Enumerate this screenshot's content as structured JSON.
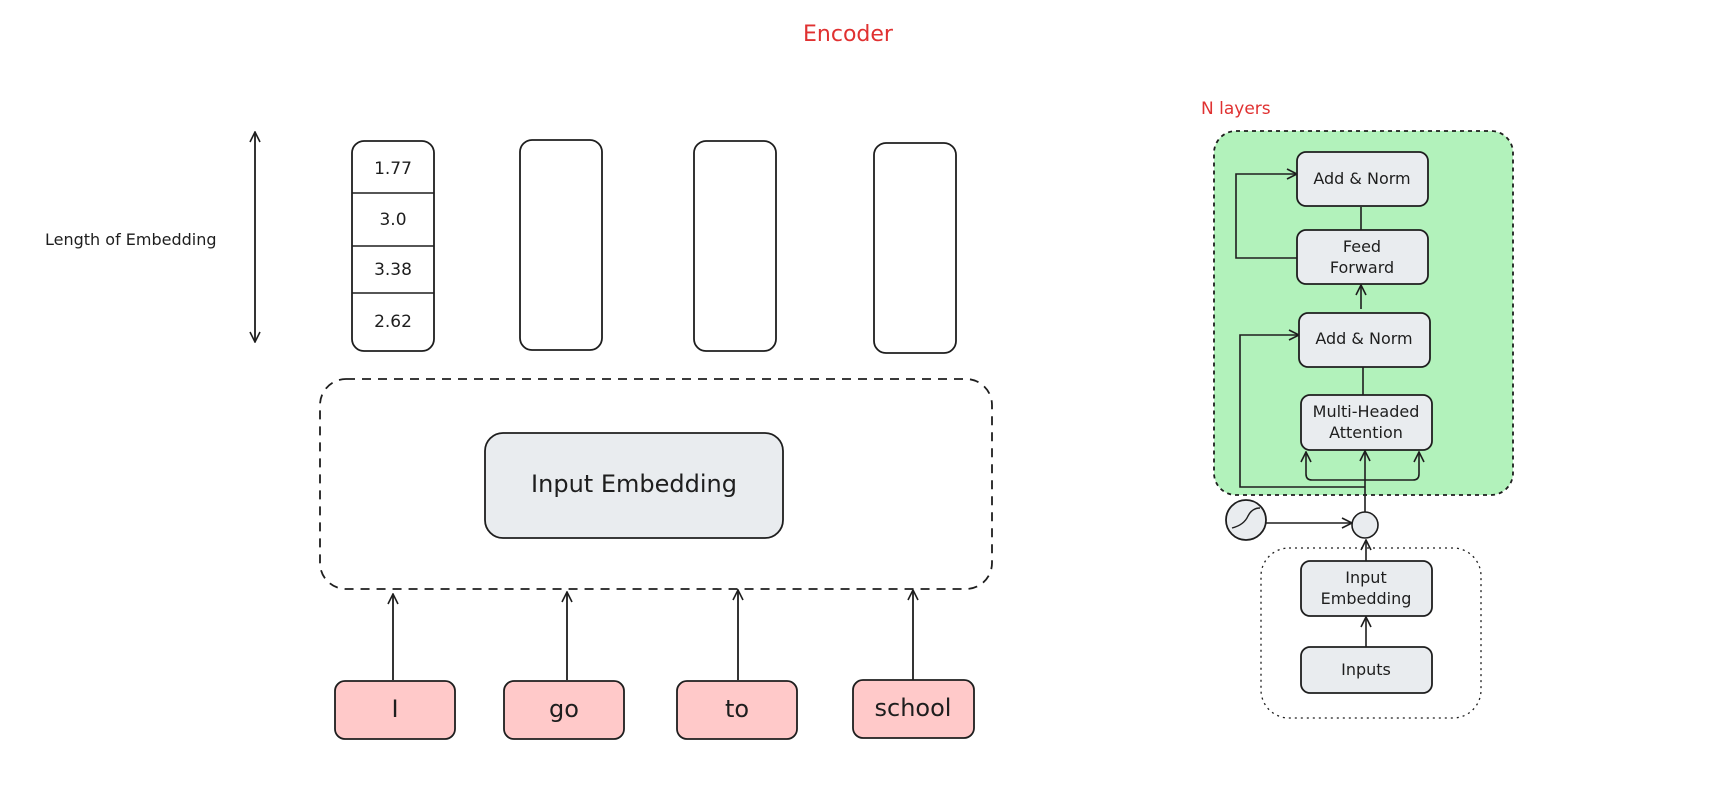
{
  "title": "Encoder",
  "length_label": "Length of Embedding",
  "embedding_values": [
    "1.77",
    "3.0",
    "3.38",
    "2.62"
  ],
  "input_embedding_label": "Input Embedding",
  "tokens": [
    "I",
    "go",
    "to",
    "school"
  ],
  "encoder_block": {
    "n_layers_label": "N layers",
    "add_norm_top": "Add & Norm",
    "feed_forward_line1": "Feed",
    "feed_forward_line2": "Forward",
    "add_norm_bottom": "Add & Norm",
    "mha_line1": "Multi-Headed",
    "mha_line2": "Attention",
    "input_embedding_line1": "Input",
    "input_embedding_line2": "Embedding",
    "inputs_label": "Inputs"
  },
  "colors": {
    "title_red": "#e03131",
    "token_fill": "#ffc9c9",
    "block_fill": "#e9ecef",
    "layer_bg": "#b2f2bb",
    "stroke": "#1e1e1e"
  }
}
